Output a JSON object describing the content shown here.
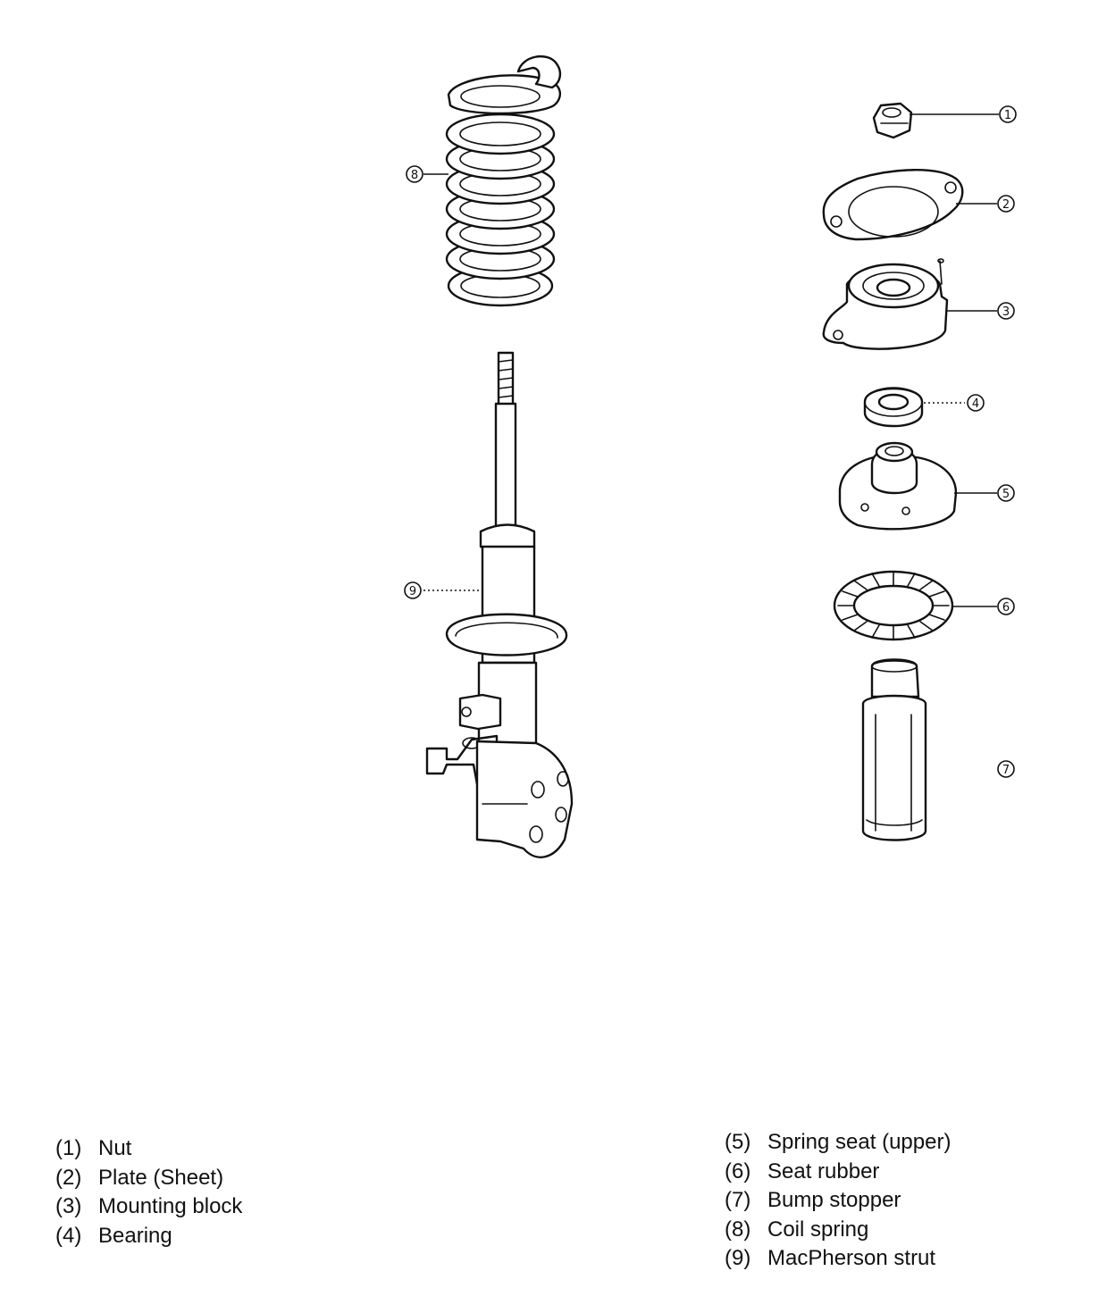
{
  "callouts": [
    {
      "num": "1",
      "glyph": "①"
    },
    {
      "num": "2",
      "glyph": "②"
    },
    {
      "num": "3",
      "glyph": "③"
    },
    {
      "num": "4",
      "glyph": "④"
    },
    {
      "num": "5",
      "glyph": "⑤"
    },
    {
      "num": "6",
      "glyph": "⑥"
    },
    {
      "num": "7",
      "glyph": "⑦"
    },
    {
      "num": "8",
      "glyph": "⑧"
    },
    {
      "num": "9",
      "glyph": "⑨"
    }
  ],
  "legend_left": [
    {
      "num": "(1)",
      "label": "Nut"
    },
    {
      "num": "(2)",
      "label": "Plate (Sheet)"
    },
    {
      "num": "(3)",
      "label": "Mounting block"
    },
    {
      "num": "(4)",
      "label": "Bearing"
    }
  ],
  "legend_right": [
    {
      "num": "(5)",
      "label": "Spring seat (upper)"
    },
    {
      "num": "(6)",
      "label": "Seat rubber"
    },
    {
      "num": "(7)",
      "label": "Bump stopper"
    },
    {
      "num": "(8)",
      "label": "Coil spring"
    },
    {
      "num": "(9)",
      "label": "MacPherson strut"
    }
  ]
}
